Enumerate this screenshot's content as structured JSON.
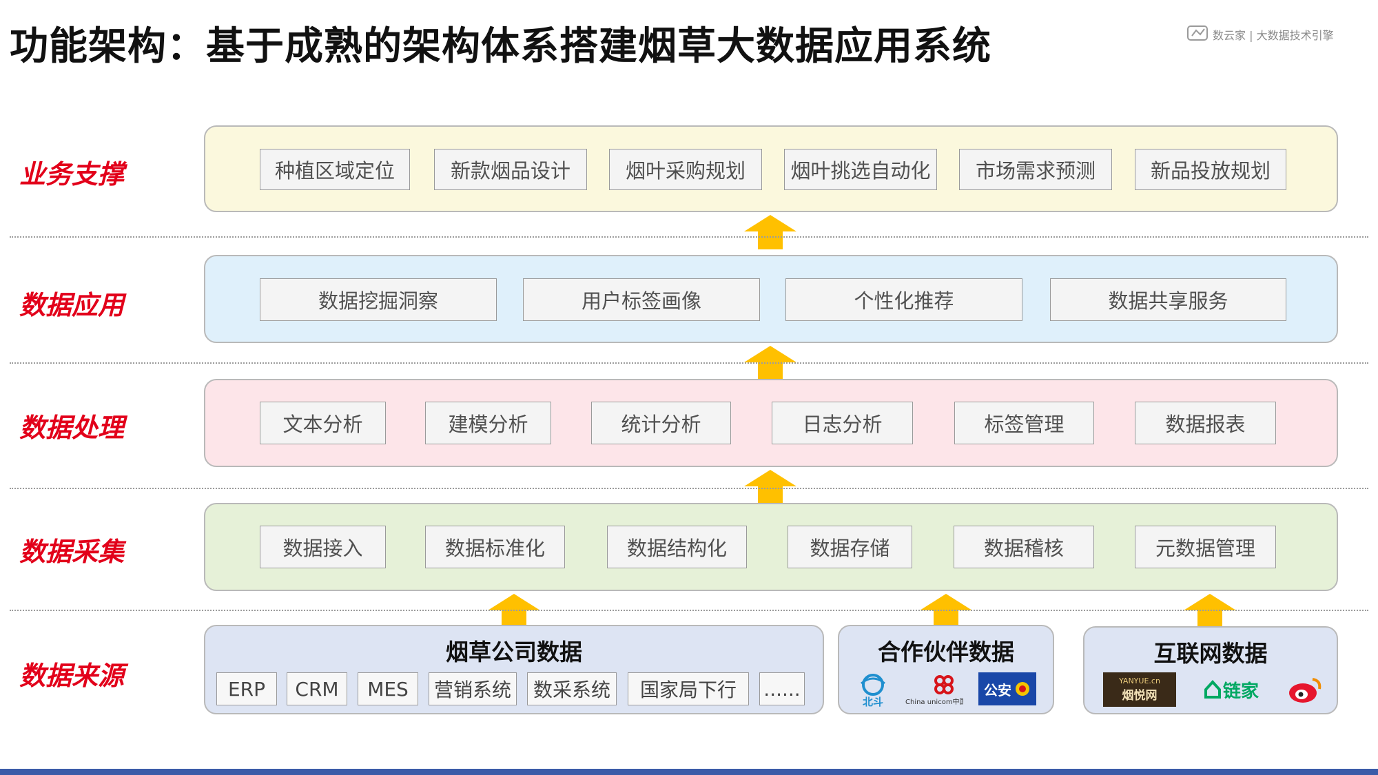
{
  "title": "功能架构：基于成熟的架构体系搭建烟草大数据应用系统",
  "logo": {
    "text": "数云家 | 大数据技术引擎"
  },
  "layers": [
    {
      "label": "业务支撑",
      "items": [
        "种植区域定位",
        "新款烟品设计",
        "烟叶采购规划",
        "烟叶挑选自动化",
        "市场需求预测",
        "新品投放规划"
      ]
    },
    {
      "label": "数据应用",
      "items": [
        "数据挖掘洞察",
        "用户标签画像",
        "个性化推荐",
        "数据共享服务"
      ]
    },
    {
      "label": "数据处理",
      "items": [
        "文本分析",
        "建模分析",
        "统计分析",
        "日志分析",
        "标签管理",
        "数据报表"
      ]
    },
    {
      "label": "数据采集",
      "items": [
        "数据接入",
        "数据标准化",
        "数据结构化",
        "数据存储",
        "数据稽核",
        "元数据管理"
      ]
    }
  ],
  "sources": {
    "label": "数据来源",
    "groups": [
      {
        "title": "烟草公司数据",
        "items": [
          "ERP",
          "CRM",
          "MES",
          "营销系统",
          "数采系统",
          "国家局下行",
          "......"
        ]
      },
      {
        "title": "合作伙伴数据",
        "logos": [
          {
            "icon": "beidou-logo",
            "caption": "北斗"
          },
          {
            "icon": "china-unicom-logo",
            "caption": "China unicom中国联通"
          },
          {
            "icon": "police-logo",
            "caption": "公安"
          }
        ]
      },
      {
        "title": "互联网数据",
        "logos": [
          {
            "icon": "yanyue-logo",
            "caption": "烟悦网",
            "sub": "YANYUE.cn"
          },
          {
            "icon": "lianjia-logo",
            "caption": "链家"
          },
          {
            "icon": "weibo-logo",
            "caption": ""
          }
        ]
      }
    ]
  },
  "colors": {
    "layer_fills": [
      "#fbf8dd",
      "#dff0fb",
      "#fde5e9",
      "#e6f1d8"
    ],
    "source_fill": "#dde4f3",
    "arrow": "#ffc000",
    "label": "#e2001a",
    "bottom_bar": "#3b5ba8"
  }
}
